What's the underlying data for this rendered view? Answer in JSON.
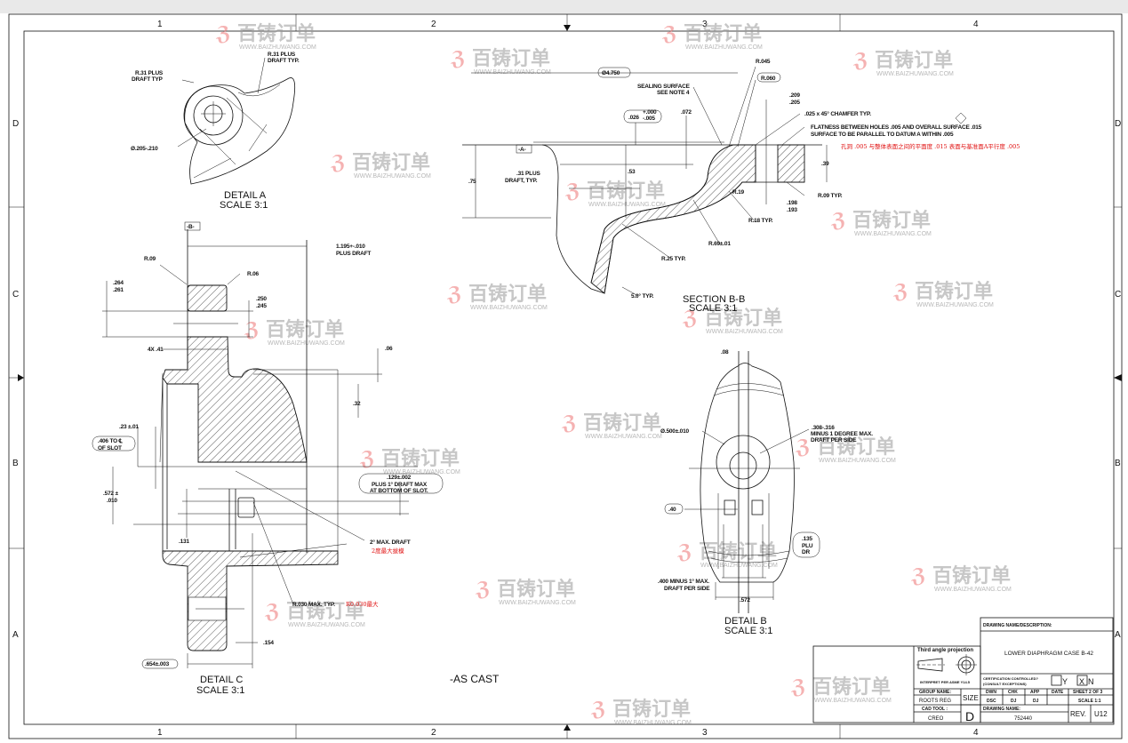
{
  "zones": {
    "columns": [
      "1",
      "2",
      "3",
      "4"
    ],
    "rows": [
      "D",
      "C",
      "B",
      "A"
    ]
  },
  "watermark": {
    "brand": "百铸订单",
    "url": "WWW.BAIZHUWANG.COM",
    "color": "#f08080"
  },
  "detail_a": {
    "r31_top": "R.31 PLUS",
    "r31_top_2": "DRAFT TYP.",
    "r31_left": "R.31 PLUS",
    "r31_left_2": "DRAFT TYP",
    "hole": "Ø.205-.210",
    "title": "DETAIL A",
    "scale": "SCALE  3:1"
  },
  "section_bb": {
    "dia": "Ø4.750",
    "r045": "R.045",
    "r060": "R.060",
    "sealing": "SEALING SURFACE",
    "sealing_2": "SEE NOTE 4",
    "d026": ".026",
    "d026_plus": "+.000",
    "d026_minus": "-.005",
    "d072": ".072",
    "d209": ".209",
    "d205": ".205",
    "chamfer": ".025 x 45° CHAMFER TYP.",
    "flatness": "FLATNESS BETWEEN HOLES .005 AND OVERALL SURFACE .015",
    "flatness_2": "SURFACE TO BE PARALLEL TO DATUM A WITHIN .005",
    "flatness_cn": "孔洞 .005 与整体表面之间的平面度 .015 表面与基准面A平行度 .005",
    "datum_a": "-A-",
    "d31": ".31 PLUS",
    "d31_2": "DRAFT, TYP.",
    "d53": ".53",
    "d75": ".75",
    "d39": ".39",
    "r19": "R.19",
    "r09": "R.09 TYP.",
    "d198": ".198",
    "d193": ".193",
    "r18": "R.18 TYP.",
    "r69": "R.69±.01",
    "r25": "R.25 TYP.",
    "angle": "5.0° TYP.",
    "title": "SECTION  B-B",
    "scale": "SCALE  3:1"
  },
  "detail_c": {
    "datum_b": "-B-",
    "d1195": "1.195+-.010",
    "d1195_2": "PLUS DRAFT",
    "r09": "R.09",
    "r06": "R.06",
    "d264": ".264",
    "d261": ".261",
    "d250": ".250",
    "d245": ".245",
    "d41": "4X .41",
    "d06": ".06",
    "d32": ".32",
    "d23": ".23 ±.01",
    "d406": ".406 TO ℄",
    "d406_2": "OF SLOT",
    "d572": ".572 ±",
    "d572_2": ".010",
    "d129": ".129±.002",
    "d129_2": "PLUS 1° DRAFT MAX",
    "d129_3": "AT BOTTOM OF SLOT.",
    "d131": ".131",
    "draft": "2° MAX. DRAFT",
    "draft_cn": "2度最大拔模",
    "r030": "R.030 MAX. TYP.",
    "r030_cn": "R0.030最大",
    "d154": ".154",
    "d654": ".654±.003",
    "title": "DETAIL C",
    "scale": "SCALE  3:1"
  },
  "detail_b": {
    "d08": ".08",
    "dia500": "Ø.500±.010",
    "d308": ".308-.316",
    "d308_2": "MINUS 1 DEGREE MAX.",
    "d308_3": "DRAFT PER SIDE",
    "d40": ".40",
    "d135": ".135",
    "d135_2": "PLU",
    "d135_3": "DR",
    "d400": ".400 MINUS 1° MAX.",
    "d400_2": "DRAFT PER SIDE",
    "d572": ".572",
    "title": "DETAIL  B",
    "scale": "SCALE  3:1"
  },
  "note": "-AS CAST",
  "title_block": {
    "desc_label": "DRAWING NAME/DESCRIPTION:",
    "description": "LOWER DIAPHRAGM CASE B-42",
    "projection": "Third angle projection",
    "interpret": "INTERPRET PER ASME Y14.5",
    "cert": "CERTIFICATION CONTROLLED?",
    "cert_2": "(CONSULT EXCEPTIONS)",
    "yes": "Y",
    "no": "N",
    "no_mark": "X",
    "group_label": "GROUP NAME:",
    "group": "ROOTS REG",
    "size_label": "SIZE",
    "size": "D",
    "cad_label": "CAD TOOL :",
    "cad": "CREO",
    "dwn_label": "DWN",
    "chk_label": "CHK",
    "app_label": "APP",
    "date_label": "DATE",
    "dwn": "DSC",
    "chk": "DJ",
    "app": "DJ",
    "date": "",
    "sheet": "SHEET 2 OF 3",
    "scale": "SCALE 1:1",
    "drawing_label": "DRAWING NAME:",
    "drawing": "752440",
    "rev_label": "REV.",
    "rev": "U12"
  }
}
